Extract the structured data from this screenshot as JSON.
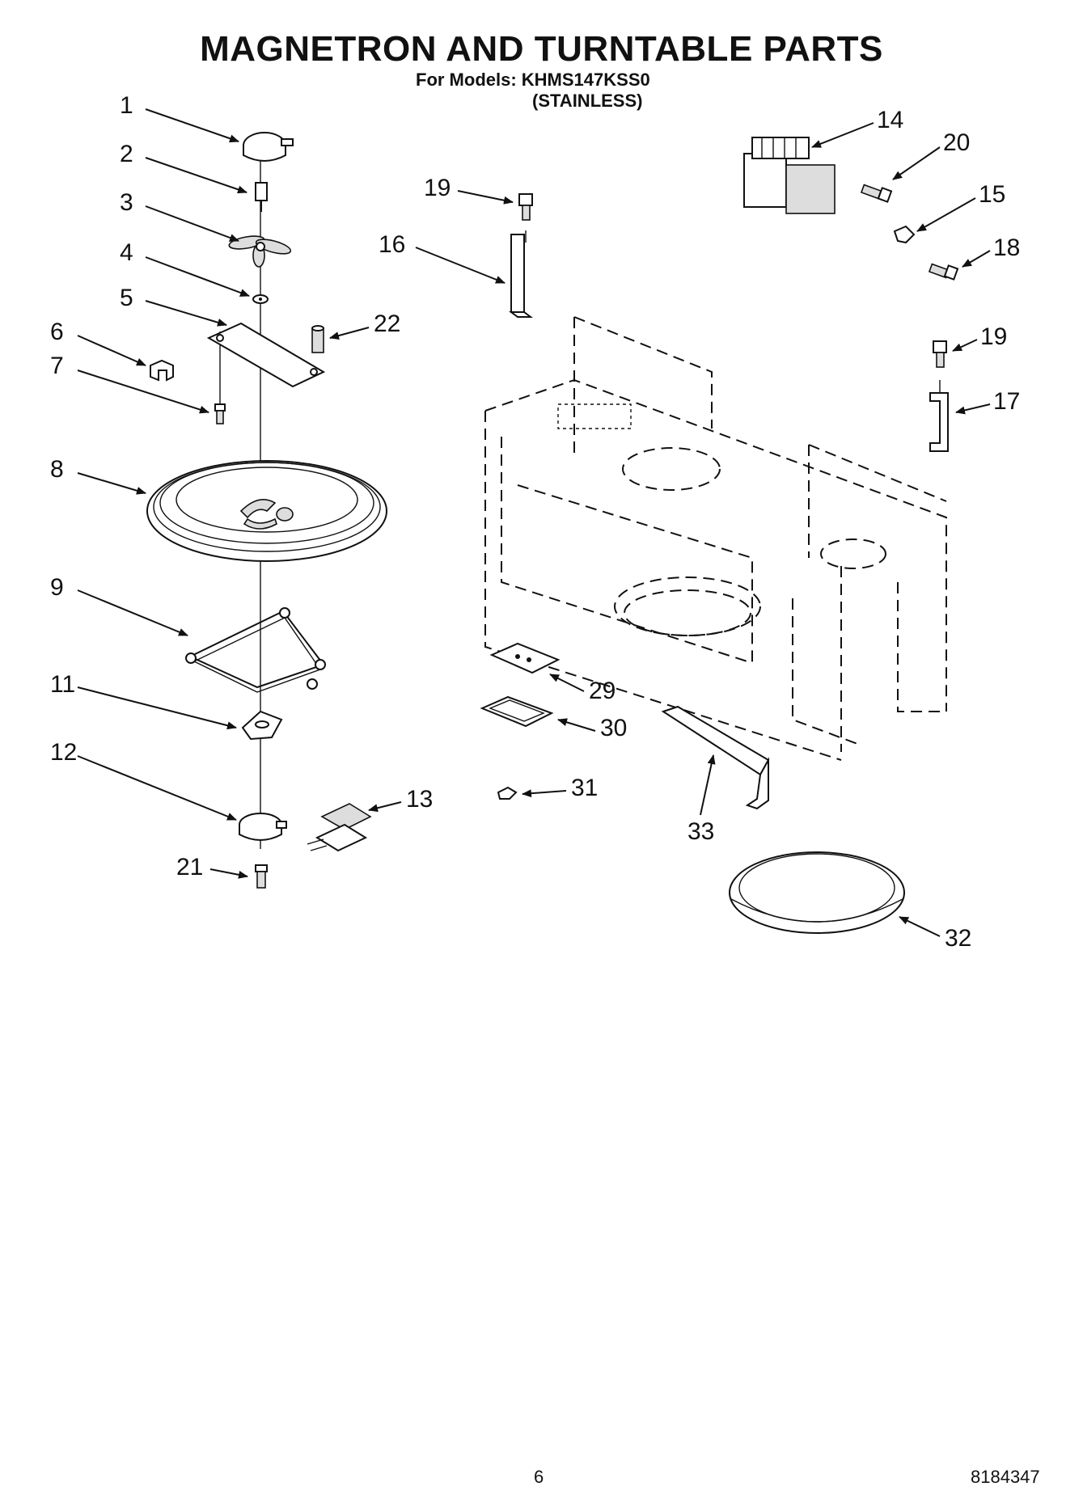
{
  "header": {
    "title": "MAGNETRON AND TURNTABLE PARTS",
    "models_line": "For Models: KHMS147KSS0",
    "variant": "(STAINLESS)"
  },
  "callouts": [
    "1",
    "2",
    "3",
    "4",
    "5",
    "6",
    "7",
    "8",
    "9",
    "11",
    "12",
    "13",
    "14",
    "15",
    "16",
    "17",
    "18",
    "19",
    "19",
    "20",
    "21",
    "22",
    "29",
    "30",
    "31",
    "32",
    "33"
  ],
  "footer": {
    "page_number": "6",
    "document_number": "8184347"
  }
}
